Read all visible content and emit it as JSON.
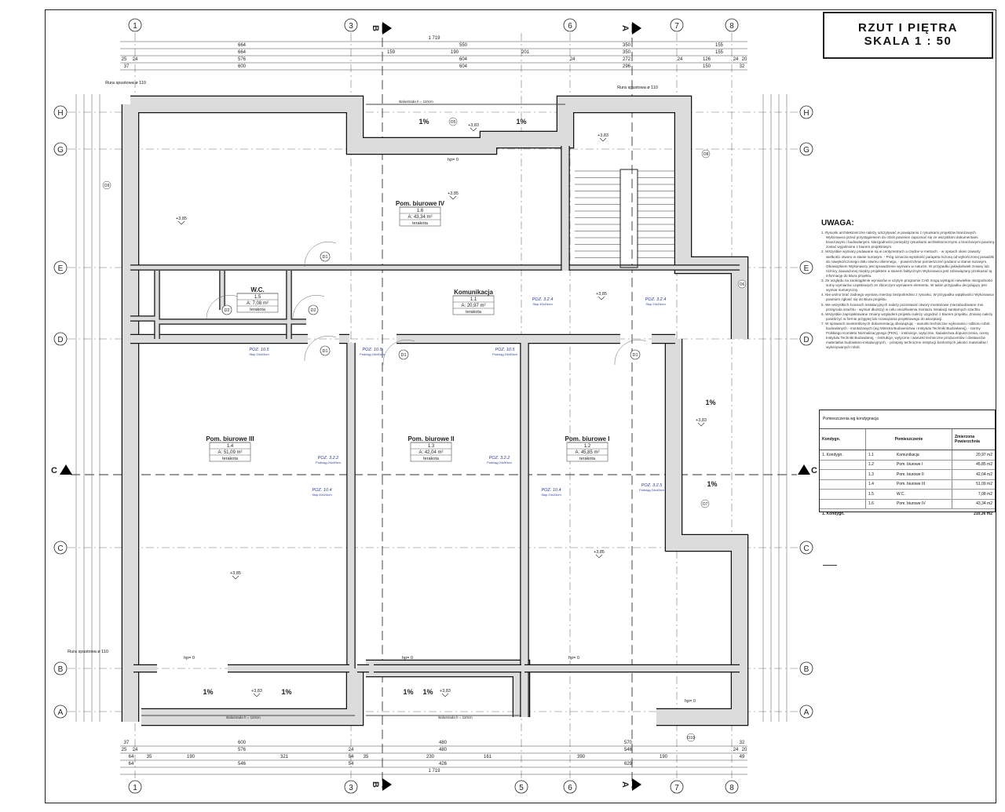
{
  "title": {
    "line1": "RZUT I PIĘTRA",
    "line2": "SKALA 1 : 50"
  },
  "axes": {
    "vertical": [
      "1",
      "3",
      "5",
      "6",
      "7",
      "8"
    ],
    "horizontal": [
      "H",
      "G",
      "E",
      "D",
      "C",
      "B",
      "A"
    ],
    "sections": {
      "b": "B",
      "a": "A",
      "c": "C"
    }
  },
  "dims": {
    "top": [
      [
        "1 719"
      ],
      [
        "664",
        "550",
        "350",
        "155"
      ],
      [
        "664",
        "159",
        "190",
        "201",
        "350",
        "155"
      ],
      [
        "25",
        "24",
        "576",
        "604",
        "24",
        "272",
        "24",
        "126",
        "24",
        "20"
      ],
      [
        "37",
        "600",
        "604",
        "296",
        "150",
        "32"
      ]
    ],
    "bottom": [
      [
        "37",
        "600",
        "480",
        "570",
        "32"
      ],
      [
        "25",
        "24",
        "576",
        "24",
        "480",
        "546",
        "24",
        "20"
      ],
      [
        "64",
        "35",
        "190",
        "321",
        "54",
        "35",
        "230",
        "161",
        "390",
        "190",
        "49"
      ],
      [
        "64",
        "546",
        "54",
        "426",
        "629"
      ],
      [
        "1 719"
      ]
    ]
  },
  "rooms": [
    {
      "name": "Pom. biurowe IV",
      "no": "1.6",
      "area": "A: 43,34 m²",
      "floor": "terakota"
    },
    {
      "name": "Komunikacja",
      "no": "1.1",
      "area": "A: 20,97 m²",
      "floor": "terakota"
    },
    {
      "name": "W.C.",
      "no": "1.5",
      "area": "A: 7,08 m²",
      "floor": "terakota"
    },
    {
      "name": "Pom. biurowe III",
      "no": "1.4",
      "area": "A: 51,09 m²",
      "floor": "terakota"
    },
    {
      "name": "Pom. biurowe II",
      "no": "1.3",
      "area": "A: 42,04 m²",
      "floor": "terakota"
    },
    {
      "name": "Pom. biurowe I",
      "no": "1.2",
      "area": "A: 45,85 m²",
      "floor": "terakota"
    }
  ],
  "annotations": {
    "pipe": "Rura spustowa ø 110",
    "level": "+3,85",
    "level2": "+3,83",
    "slope": "1%",
    "hp": "hp= 0",
    "balustrade": "Balustrada h = 110cm",
    "door": "D1",
    "door2": "D2",
    "windows": [
      "O5",
      "O6",
      "O7",
      "O8",
      "O9",
      "O10"
    ],
    "poz": [
      "POZ. 10.5",
      "POZ. 10.5",
      "POZ. 10.5",
      "POZ. 3.2.4",
      "POZ. 3.2.4",
      "POZ. 3.2.2",
      "POZ. 3.2.2",
      "POZ. 10.4",
      "POZ. 10.4",
      "POZ. 3.2.5"
    ],
    "poz_sub": [
      "Słup 24x24cm",
      "Podciąg 24x40cm",
      "Podciąg 24x50cm",
      "Słup 40x24cm"
    ]
  },
  "notes": {
    "heading": "UWAGA:",
    "items": [
      "1. Rysunki architektoniczne należy odczytywać w powiązaniu z rysunkami projektów branżowych. Wykonawca przed przystąpieniem do robót powinien zapoznać się ze wszystkimi dokumentami branżowymi i budowlanymi. Niezgodności pomiędzy rysunkami architektonicznymi a branżowymi powinny zostać wyjaśnione z biurem projektowym.",
      "2. Wszystkie wymiary podawane są w centymetrach a rzędne w metrach: - w opisach okien zawarty wielkości otworu w stanie surowym. - Próg oznacza wysokość parapetu liczoną od wykończonej posadzki do nawykończonego dołu otworu okiennego, - powierzchnie pomieszczeń podano w stanie surowym. Obowiązkiem Wykonawcy jest sprawdzenie wymiaru w naturze. W przypadku jakiejkolwiek zmiany lub różnicy zauważonej między projektem a stanem faktycznym Wykonawca jest zobowiązany przekazać tą informację do Biura projektu.",
      "3. Ze względu na zaokrąglenie wymiarów w użytym programie CAD mogą wystąpić niewielkie niezgodności sumy wymiarów cząstkowych ze zbiorczym wymiarem elementu. W takim przypadku decydujący jest wymiar sumaryczny.",
      "4. Nie wolno brać żadnego wymiaru mierząc bezpośrednio z rysunku. W przypadku wątpliwości Wykonawca powinien zgłosić się do Biura projektu.",
      "5. We wszystkich ścianach instalacyjnych należy pozostawić otwory montażowe (niezabudowane min. przegroda szachtu - wymiar dłuższy) w celu umożliwienia montażu instalacji sanitarnych szachtu.",
      "6. Wszystkie zaprojektowane zmiany względem projektu należy uzgodnić z Biurem projektu. Zmianę należy powtórzyć w formie przyjętej lub rozwiązania projektowego do akceptacji.",
      "7. W sprawach nieokreślonych dokumentacją obowiązują: - warunki techniczne wykonania i odbioru robót budowlanych - montażowych (wg Ministra Budownictwa i Instytutu Techniki Budowlanej), - normy Polskiego Komitetu Normalizacyjnego (PKN), - instrukcje, wytyczne, świadectwa dopuszczenia, oceny Instytutu Techniki Budowlanej, - instrukcje, wytyczne i warunki techniczne producentów i dostawców materiałów budowlano-instalacyjnych, - przepisy techniczne instytucji kontrolnych jakości materiałów i wykonywanych robót."
    ]
  },
  "table": {
    "caption": "Pomieszczenia wg kondygnacja",
    "headers": [
      "Kondygn.",
      "Pomieszczenie",
      "Zmierzona Powierzchnia"
    ],
    "group": "1. Kondygn.",
    "rows": [
      [
        "1.1",
        "Komunikacja",
        "20,97 m2"
      ],
      [
        "1.2",
        "Pom. biurowe I",
        "45,85 m2"
      ],
      [
        "1.3",
        "Pom. biurowe II",
        "42,04 m2"
      ],
      [
        "1.4",
        "Pom. biurowe III",
        "51,09 m2"
      ],
      [
        "1.5",
        "W.C.",
        "7,08 m2"
      ],
      [
        "1.6",
        "Pom. biurowe IV",
        "43,34 m2"
      ]
    ],
    "total_label": "1. Kondygn.",
    "total_value": "210,36 m2"
  }
}
